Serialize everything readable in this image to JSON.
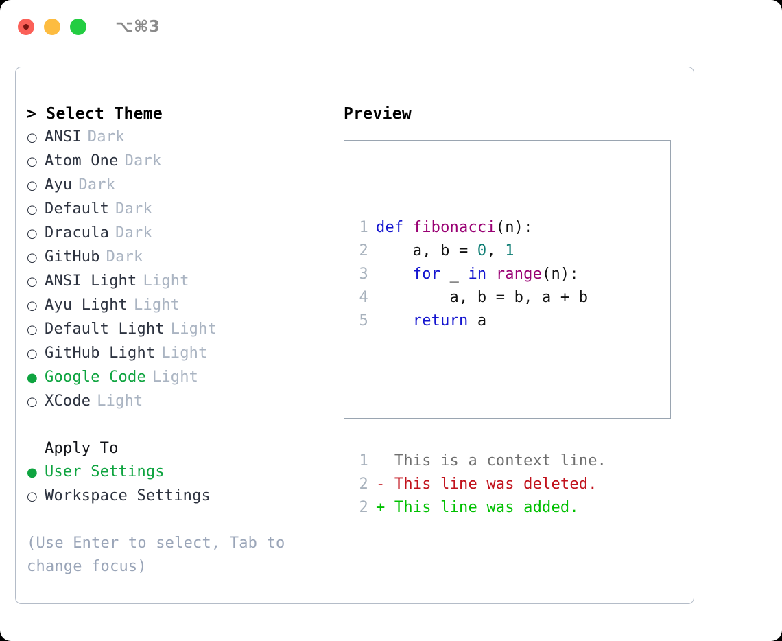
{
  "titlebar": {
    "shortcut": "⌥⌘3",
    "buttons": {
      "close": "close",
      "minimize": "minimize",
      "maximize": "maximize"
    }
  },
  "theme_picker": {
    "header": "> Select Theme",
    "items": [
      {
        "bullet": "○",
        "label": "ANSI",
        "tag": "Dark",
        "selected": false
      },
      {
        "bullet": "○",
        "label": "Atom One",
        "tag": "Dark",
        "selected": false
      },
      {
        "bullet": "○",
        "label": "Ayu",
        "tag": "Dark",
        "selected": false
      },
      {
        "bullet": "○",
        "label": "Default",
        "tag": "Dark",
        "selected": false
      },
      {
        "bullet": "○",
        "label": "Dracula",
        "tag": "Dark",
        "selected": false
      },
      {
        "bullet": "○",
        "label": "GitHub",
        "tag": "Dark",
        "selected": false
      },
      {
        "bullet": "○",
        "label": "ANSI Light",
        "tag": "Light",
        "selected": false
      },
      {
        "bullet": "○",
        "label": "Ayu Light",
        "tag": "Light",
        "selected": false
      },
      {
        "bullet": "○",
        "label": "Default Light",
        "tag": "Light",
        "selected": false
      },
      {
        "bullet": "○",
        "label": "GitHub Light",
        "tag": "Light",
        "selected": false
      },
      {
        "bullet": "●",
        "label": "Google Code",
        "tag": "Light",
        "selected": true
      },
      {
        "bullet": "○",
        "label": "XCode",
        "tag": "Light",
        "selected": false
      }
    ]
  },
  "apply_to": {
    "header": "Apply To",
    "items": [
      {
        "bullet": "●",
        "label": "User Settings",
        "selected": true
      },
      {
        "bullet": "○",
        "label": "Workspace Settings",
        "selected": false
      }
    ]
  },
  "hint": "(Use Enter to select, Tab to change focus)",
  "preview": {
    "header": "Preview",
    "code_lines": [
      {
        "no": "1",
        "tokens": [
          {
            "t": "def ",
            "c": "kw"
          },
          {
            "t": "fibonacci",
            "c": "fn"
          },
          {
            "t": "(n):",
            "c": "plain"
          }
        ]
      },
      {
        "no": "2",
        "tokens": [
          {
            "t": "    a, b = ",
            "c": "plain"
          },
          {
            "t": "0",
            "c": "num"
          },
          {
            "t": ", ",
            "c": "plain"
          },
          {
            "t": "1",
            "c": "num"
          }
        ]
      },
      {
        "no": "3",
        "tokens": [
          {
            "t": "    ",
            "c": "plain"
          },
          {
            "t": "for",
            "c": "kw"
          },
          {
            "t": " _ ",
            "c": "plain"
          },
          {
            "t": "in",
            "c": "kw"
          },
          {
            "t": " ",
            "c": "plain"
          },
          {
            "t": "range",
            "c": "fn"
          },
          {
            "t": "(n):",
            "c": "plain"
          }
        ]
      },
      {
        "no": "4",
        "tokens": [
          {
            "t": "        a, b = b, a + b",
            "c": "plain"
          }
        ]
      },
      {
        "no": "5",
        "tokens": [
          {
            "t": "    ",
            "c": "plain"
          },
          {
            "t": "return",
            "c": "kw"
          },
          {
            "t": " a",
            "c": "plain"
          }
        ]
      }
    ],
    "diff_lines": [
      {
        "no": "1",
        "tokens": [
          {
            "t": "  This is a context line.",
            "c": "ctx"
          }
        ]
      },
      {
        "no": "2",
        "tokens": [
          {
            "t": "- This line was deleted.",
            "c": "del"
          }
        ]
      },
      {
        "no": "2",
        "tokens": [
          {
            "t": "+ This line was added.",
            "c": "add"
          }
        ]
      }
    ]
  },
  "colors": {
    "selected_green": "#0fa440",
    "tag_gray": "#aab4c2",
    "hint_gray": "#9aa5b8",
    "panel_border": "#b4bcc8",
    "preview_border": "#9aa5b1",
    "keyword_blue": "#1415cf",
    "function_purple": "#990073",
    "number_teal": "#0d7d74",
    "diff_deleted": "#c1121c",
    "diff_added": "#00c000",
    "line_number": "#a8b2bd"
  }
}
